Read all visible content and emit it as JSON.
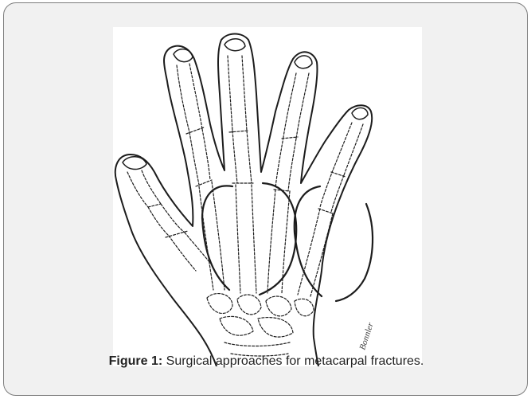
{
  "figure": {
    "caption_label": "Figure 1:",
    "caption_text": " Surgical approaches for metacarpal fractures.",
    "signature_text": "Bonnler"
  }
}
